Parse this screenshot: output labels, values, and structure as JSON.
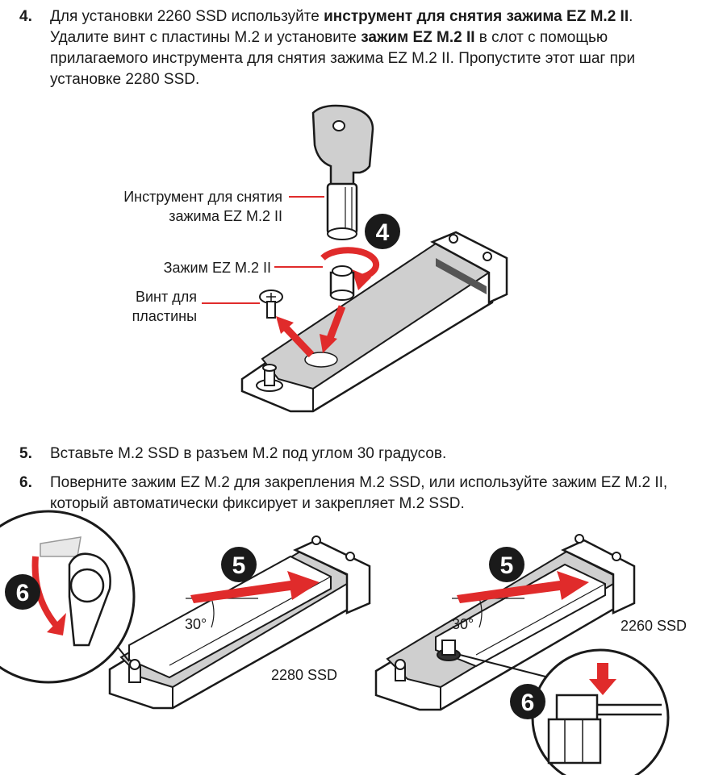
{
  "steps": [
    {
      "num": "4.",
      "parts": [
        {
          "text": "Для установки 2260 SSD используйте ",
          "bold": false
        },
        {
          "text": "инструмент для снятия зажима EZ M.2 II",
          "bold": true
        },
        {
          "text": ". Удалите винт с пластины M.2 и установите ",
          "bold": false
        },
        {
          "text": "зажим EZ M.2 II",
          "bold": true
        },
        {
          "text": " в слот с помощью прилагаемого инструмента для снятия зажима EZ M.2 II. Пропустите этот шаг при установке 2280 SSD.",
          "bold": false
        }
      ]
    },
    {
      "num": "5.",
      "parts": [
        {
          "text": "Вставьте M.2 SSD в разъем M.2 под углом 30 градусов.",
          "bold": false
        }
      ]
    },
    {
      "num": "6.",
      "parts": [
        {
          "text": "Поверните зажим EZ M.2 для закрепления M.2 SSD, или используйте зажим EZ M.2 II, который автоматически фиксирует и закрепляет M.2 SSD.",
          "bold": false
        }
      ]
    }
  ],
  "figure1": {
    "label_tool_line1": "Инструмент для снятия",
    "label_tool_line2": "зажима EZ M.2 II",
    "label_clip": "Зажим EZ M.2 II",
    "label_screw_line1": "Винт для",
    "label_screw_line2": "пластины",
    "badge_step": "4"
  },
  "figure2": {
    "badge_insert": "5",
    "badge_rotate": "6",
    "angle": "30°",
    "ssd_label": "2280 SSD"
  },
  "figure3": {
    "badge_insert": "5",
    "badge_clip": "6",
    "angle": "30°",
    "ssd_label": "2260 SSD"
  },
  "colors": {
    "accent_red": "#e02b2b",
    "ink": "#1a1a1a",
    "panel_gray": "#cfcfcf"
  }
}
